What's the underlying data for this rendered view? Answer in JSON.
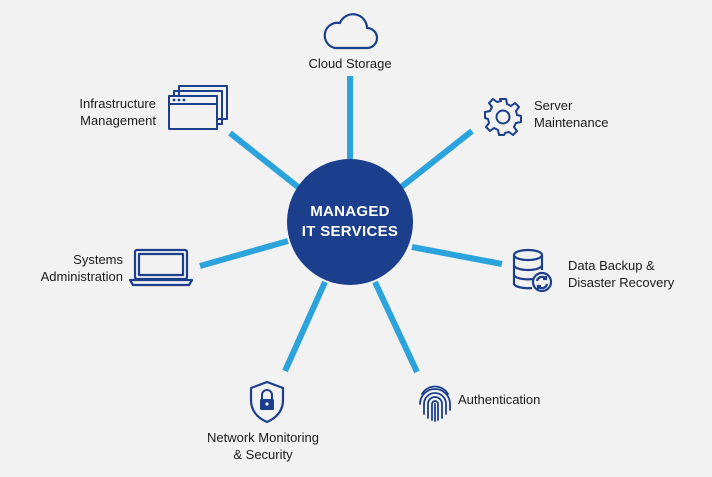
{
  "colors": {
    "background": "#f2f2f2",
    "hub": "#1b3f8c",
    "spoke": "#2ba3dc",
    "icon_stroke": "#1b3f8c"
  },
  "hub": {
    "line1": "MANAGED",
    "line2": "IT SERVICES"
  },
  "services": {
    "cloud_storage": {
      "line1": "Cloud Storage",
      "icon": "cloud-icon"
    },
    "server_maintenance": {
      "line1": "Server",
      "line2": "Maintenance",
      "icon": "gear-icon"
    },
    "data_backup": {
      "line1": "Data Backup &",
      "line2": "Disaster Recovery",
      "icon": "database-sync-icon"
    },
    "authentication": {
      "line1": "Authentication",
      "icon": "fingerprint-icon"
    },
    "network_monitoring": {
      "line1": "Network Monitoring",
      "line2": "& Security",
      "icon": "shield-lock-icon"
    },
    "systems_administration": {
      "line1": "Systems",
      "line2": "Administration",
      "icon": "laptop-icon"
    },
    "infrastructure_management": {
      "line1": "Infrastructure",
      "line2": "Management",
      "icon": "stacked-windows-icon"
    }
  }
}
